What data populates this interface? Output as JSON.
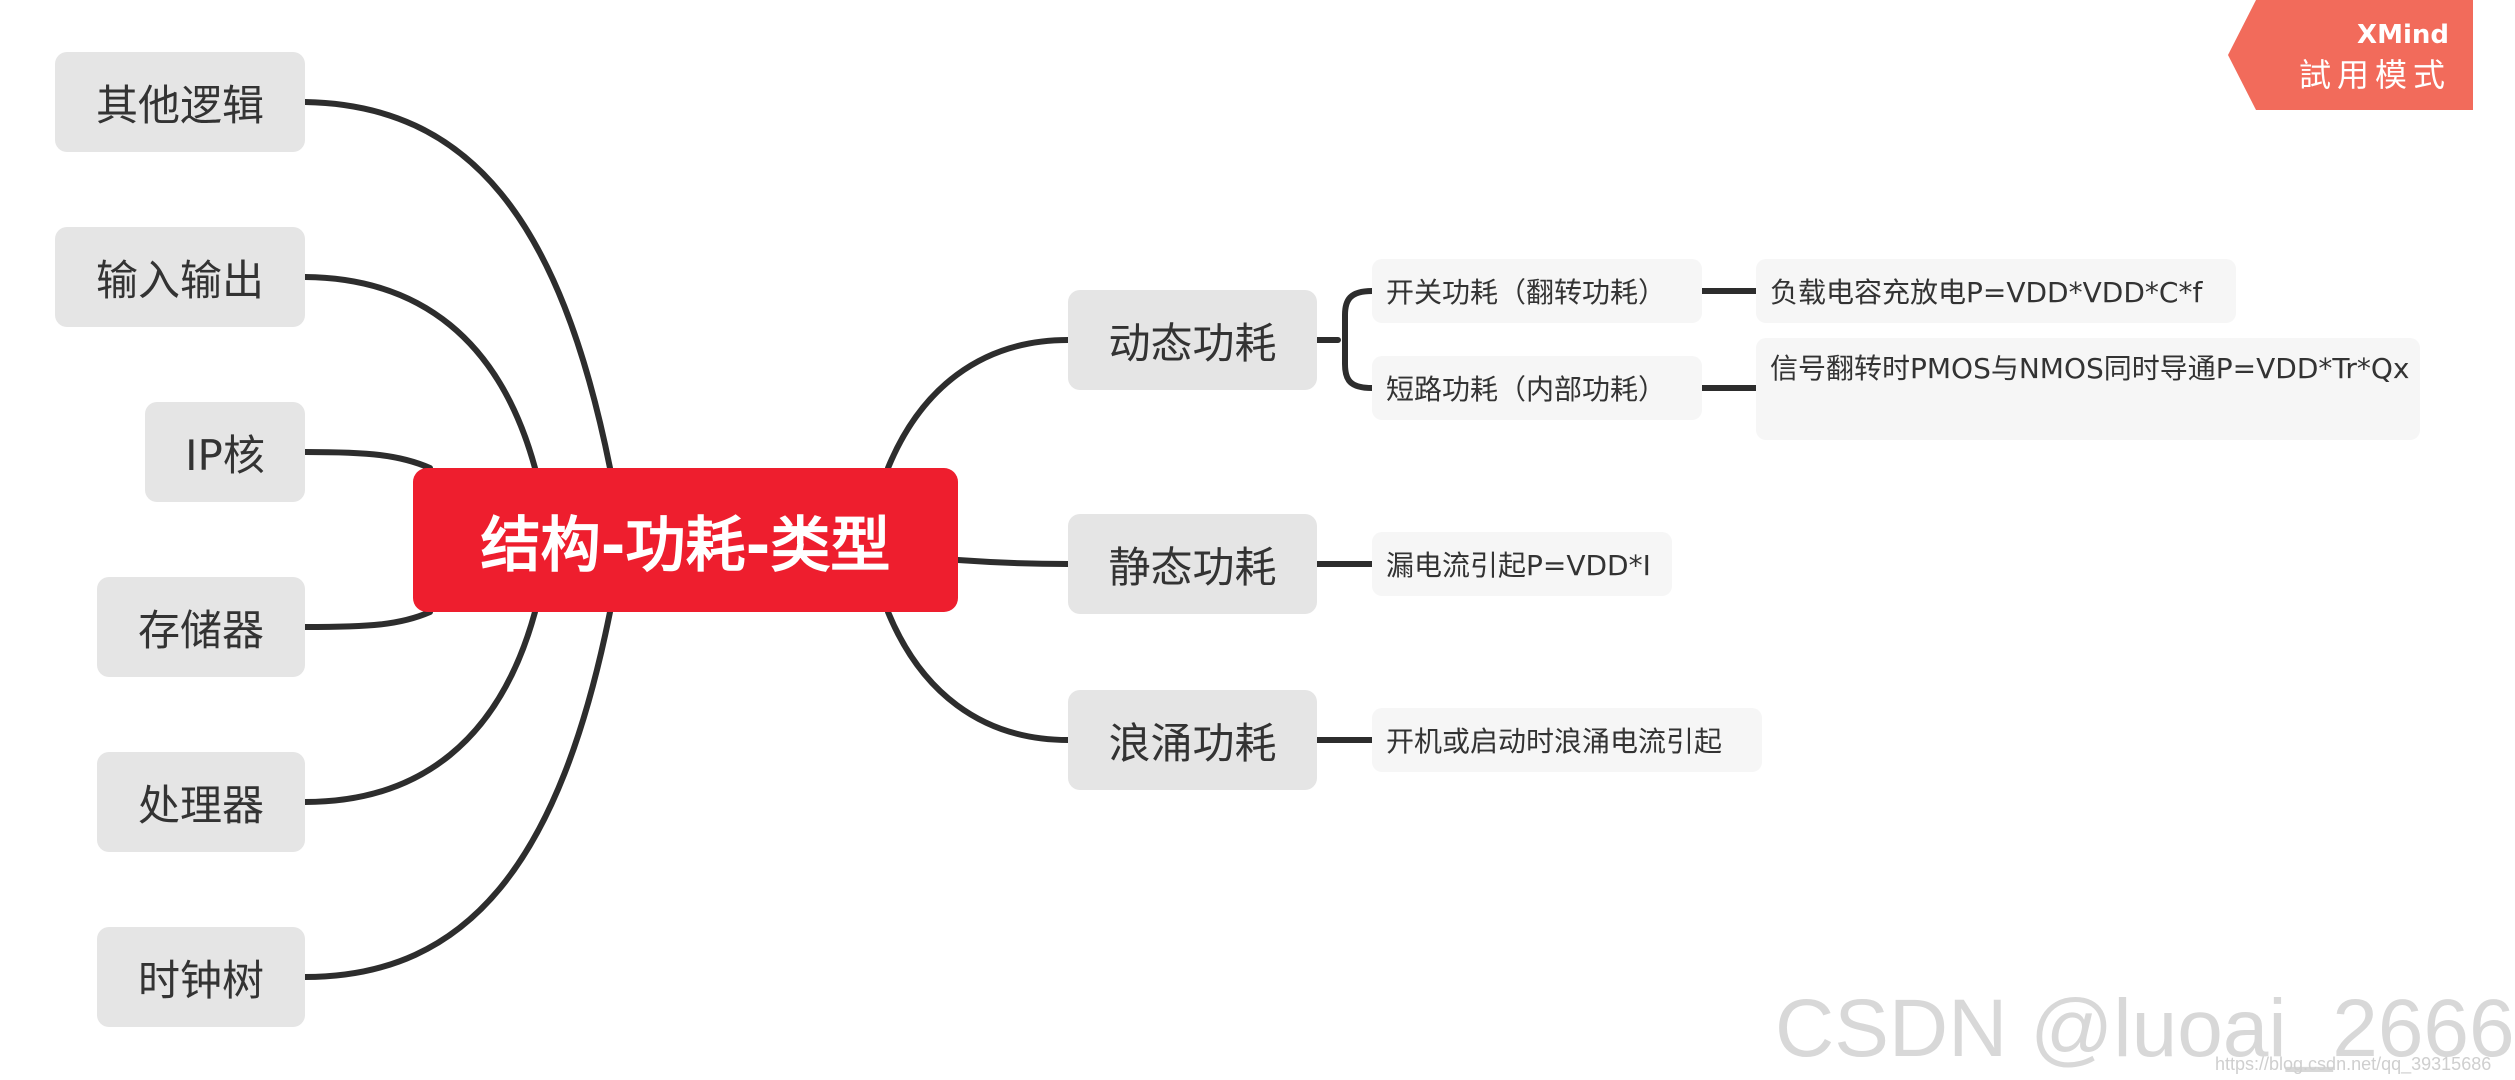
{
  "central": "结构-功耗-类型",
  "left_topics": [
    "其他逻辑",
    "输入输出",
    "IP核",
    "存储器",
    "处理器",
    "时钟树"
  ],
  "right_topics": {
    "dynamic": {
      "label": "动态功耗",
      "switch": "开关功耗（翻转功耗）",
      "switch_detail": "负载电容充放电P=VDD*VDD*C*f",
      "short": "短路功耗（内部功耗）",
      "short_detail": "信号翻转时PMOS与NMOS同时导通P=VDD*Tr*Qx"
    },
    "static": {
      "label": "静态功耗",
      "detail": "漏电流引起P=VDD*I"
    },
    "surge": {
      "label": "浪涌功耗",
      "detail": "开机或启动时浪涌电流引起"
    }
  },
  "badge": {
    "brand": "XMind",
    "mode": "試用模式"
  },
  "watermark": "CSDN @luoai_2666",
  "watermark_url": "https://blog.csdn.net/qq_39315686",
  "colors": {
    "central": "#ee1e2e",
    "branch": "#2d2d2d",
    "topic_bg": "#e5e5e5",
    "badge": "#f26b5b"
  }
}
